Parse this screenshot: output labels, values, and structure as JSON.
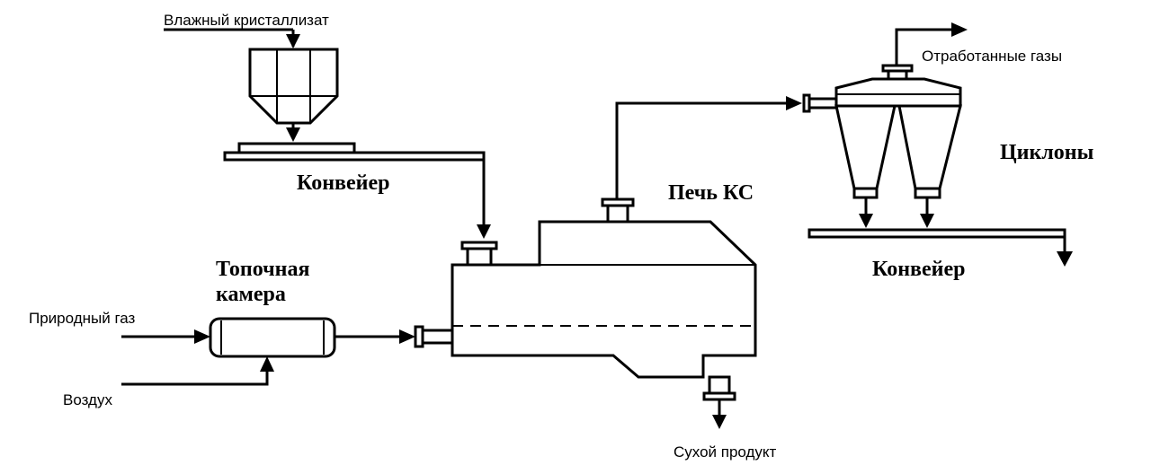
{
  "labels": {
    "wet_crystallizate": "Влажный кристаллизат",
    "conveyor_1": "Конвейер",
    "furnace": "Печь КС",
    "cyclones": "Циклоны",
    "exhaust_gases": "Отработанные газы",
    "conveyor_2": "Конвейер",
    "combustion_chamber_line1": "Топочная",
    "combustion_chamber_line2": "камера",
    "natural_gas": "Природный газ",
    "air": "Воздух",
    "dry_product": "Сухой продукт"
  }
}
